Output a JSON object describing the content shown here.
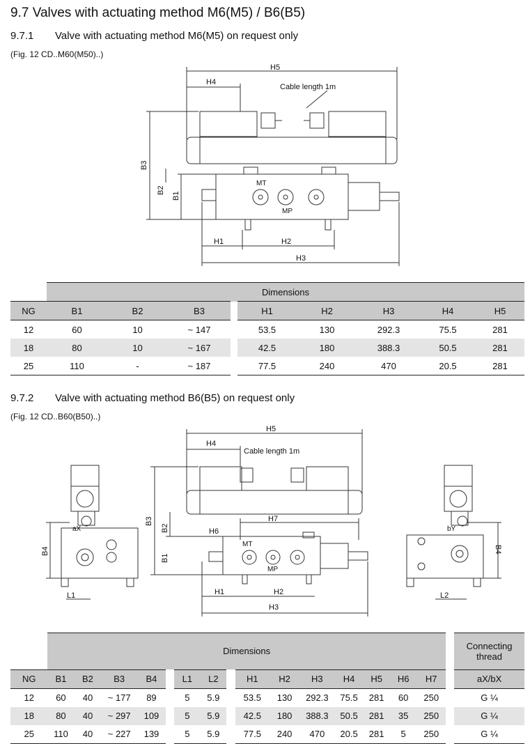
{
  "headings": {
    "main": "9.7   Valves with actuating method M6(M5) / B6(B5)",
    "sub1_num": "9.7.1",
    "sub1_text": "Valve with actuating method M6(M5) on request only",
    "fig1": "(Fig. 12 CD..M60(M50)..)",
    "sub2_num": "9.7.2",
    "sub2_text": "Valve with actuating method B6(B5) on request only",
    "fig2": "(Fig. 12 CD..B60(B50)..)"
  },
  "drawing_labels": {
    "cable": "Cable length 1m",
    "H1": "H1",
    "H2": "H2",
    "H3": "H3",
    "H4": "H4",
    "H5": "H5",
    "H6": "H6",
    "H7": "H7",
    "B1": "B1",
    "B2": "B2",
    "B3": "B3",
    "B4": "B4",
    "L1": "L1",
    "L2": "L2",
    "MT": "MT",
    "MP": "MP",
    "aX": "aX",
    "bY": "bY"
  },
  "table1": {
    "group_header": "Dimensions",
    "columns": [
      "NG",
      "B1",
      "B2",
      "B3",
      "H1",
      "H2",
      "H3",
      "H4",
      "H5"
    ],
    "rows": [
      [
        "12",
        "60",
        "10",
        "~ 147",
        "53.5",
        "130",
        "292.3",
        "75.5",
        "281"
      ],
      [
        "18",
        "80",
        "10",
        "~ 167",
        "42.5",
        "180",
        "388.3",
        "50.5",
        "281"
      ],
      [
        "25",
        "110",
        "-",
        "~ 187",
        "77.5",
        "240",
        "470",
        "20.5",
        "281"
      ]
    ]
  },
  "table2": {
    "group_header": "Dimensions",
    "conn_header": "Connecting thread",
    "columns": [
      "NG",
      "B1",
      "B2",
      "B3",
      "B4",
      "L1",
      "L2",
      "H1",
      "H2",
      "H3",
      "H4",
      "H5",
      "H6",
      "H7",
      "aX/bX"
    ],
    "rows": [
      [
        "12",
        "60",
        "40",
        "~ 177",
        "89",
        "5",
        "5.9",
        "53.5",
        "130",
        "292.3",
        "75.5",
        "281",
        "60",
        "250",
        "G ¼"
      ],
      [
        "18",
        "80",
        "40",
        "~ 297",
        "109",
        "5",
        "5.9",
        "42.5",
        "180",
        "388.3",
        "50.5",
        "281",
        "35",
        "250",
        "G ¼"
      ],
      [
        "25",
        "110",
        "40",
        "~ 227",
        "139",
        "5",
        "5.9",
        "77.5",
        "240",
        "470",
        "20.5",
        "281",
        "5",
        "250",
        "G ¼"
      ]
    ]
  }
}
